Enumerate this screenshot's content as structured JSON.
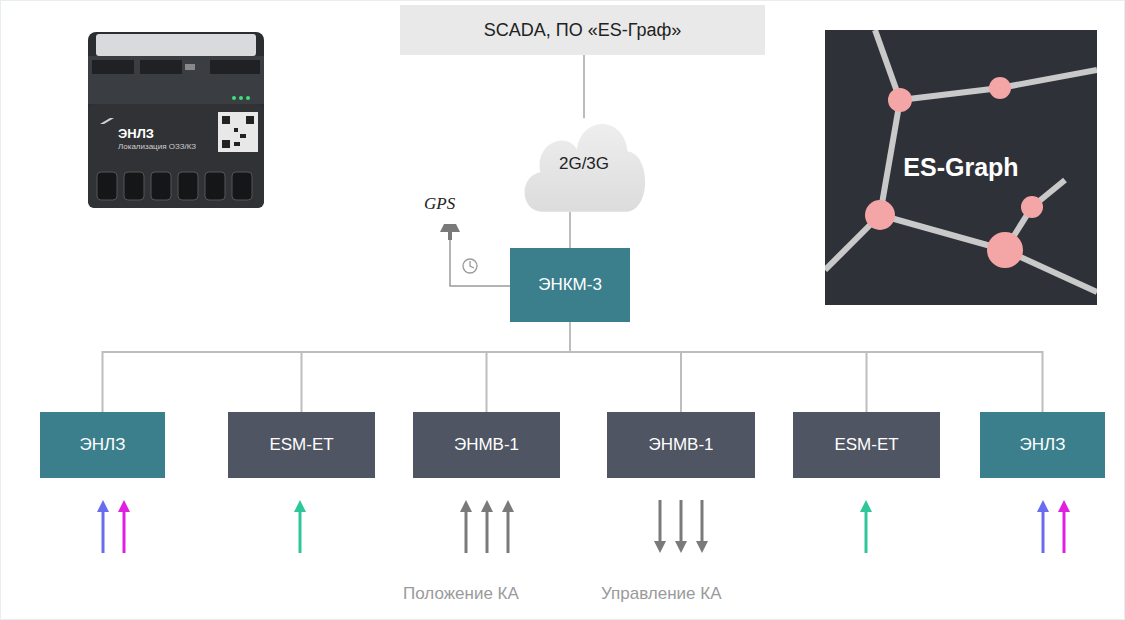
{
  "diagram": {
    "nodes": [
      {
        "text": [
          "SCADA, ПО «ES-Граф»"
        ]
      },
      {
        "text": [
          "ES-Graph"
        ]
      },
      {
        "text": [
          "2G/3G"
        ]
      },
      {
        "text": [
          "ЭНКМ-3"
        ]
      },
      {
        "text": [
          "ЭНЛЗ"
        ]
      },
      {
        "text": [
          "ESM-ET"
        ]
      },
      {
        "text": [
          "ЭНМВ-1"
        ]
      },
      {
        "text": [
          "ЭНМВ-1"
        ]
      },
      {
        "text": [
          "ESM-ET"
        ]
      },
      {
        "text": [
          "ЭНЛЗ"
        ]
      }
    ],
    "edges": [
      {
        "from": 0,
        "to": 2,
        "arrow": "none"
      },
      {
        "from": 2,
        "to": 3,
        "arrow": "none"
      },
      {
        "from": 3,
        "to": 4,
        "arrow": "none"
      },
      {
        "from": 3,
        "to": 5,
        "arrow": "none"
      },
      {
        "from": 3,
        "to": 6,
        "arrow": "none"
      },
      {
        "from": 3,
        "to": 7,
        "arrow": "none"
      },
      {
        "from": 3,
        "to": 8,
        "arrow": "none"
      },
      {
        "from": 3,
        "to": 9,
        "arrow": "none"
      }
    ],
    "labels": [
      "GPS",
      "Положение КА",
      "Управление КА",
      "ЭНЛЗ",
      "Локализация ОЗЗ/КЗ"
    ]
  }
}
